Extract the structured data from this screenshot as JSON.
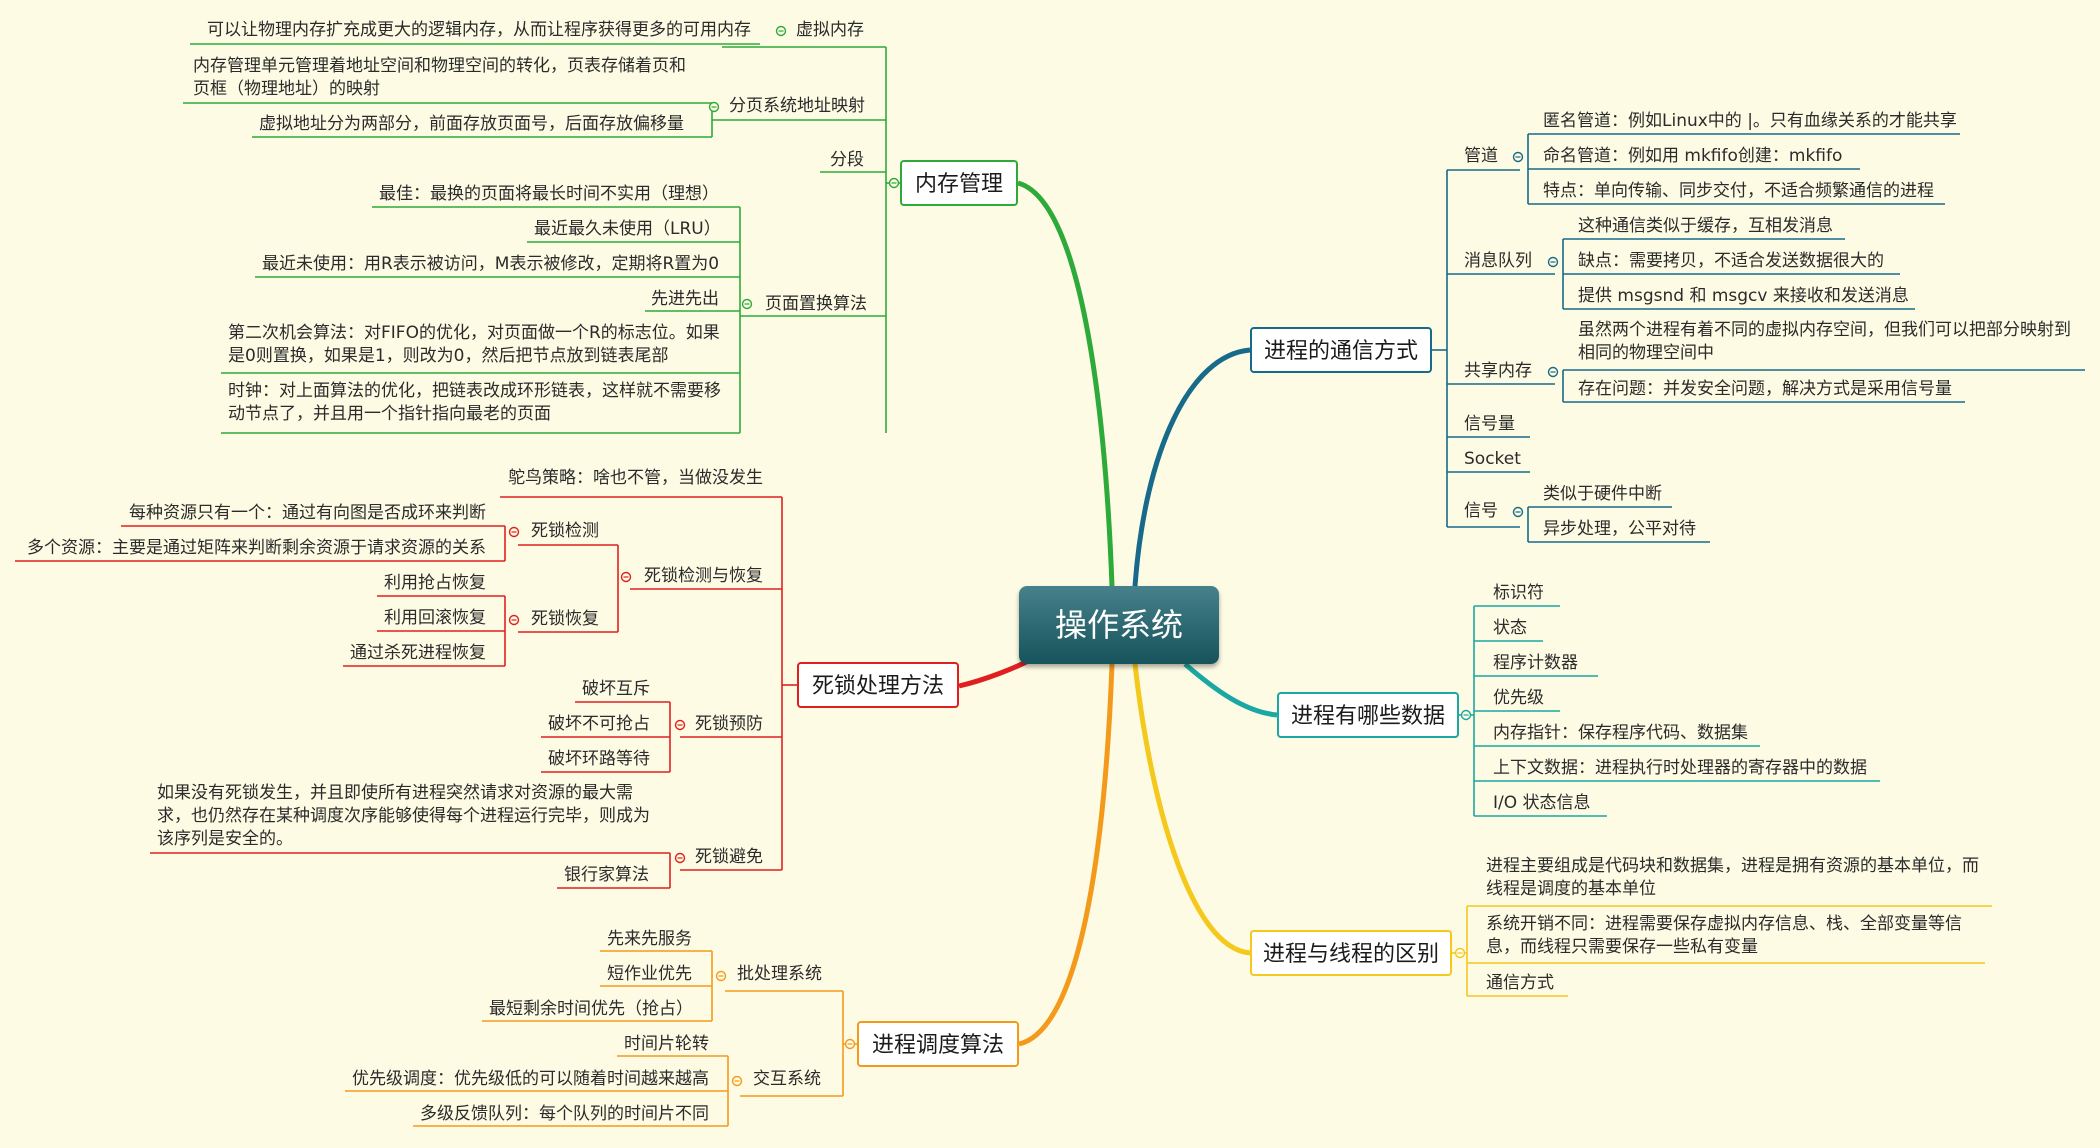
{
  "root": "操作系统",
  "memory": {
    "title": "内存管理",
    "virtual": {
      "label": "虚拟内存",
      "desc": "可以让物理内存扩充成更大的逻辑内存，从而让程序获得更多的可用内存"
    },
    "paging": {
      "label": "分页系统地址映射",
      "items": [
        "内存管理单元管理着地址空间和物理空间的转化，页表存储着页和页框（物理地址）的映射",
        "虚拟地址分为两部分，前面存放页面号，后面存放偏移量"
      ]
    },
    "segment": "分段",
    "replace": {
      "label": "页面置换算法",
      "items": [
        "最佳：最换的页面将最长时间不实用（理想）",
        "最近最久未使用（LRU）",
        "最近未使用：用R表示被访问，M表示被修改，定期将R置为0",
        "先进先出",
        "第二次机会算法：对FIFO的优化，对页面做一个R的标志位。如果是0则置换，如果是1，则改为0，然后把节点放到链表尾部",
        "时钟：对上面算法的优化，把链表改成环形链表，这样就不需要移动节点了，并且用一个指针指向最老的页面"
      ]
    }
  },
  "deadlock": {
    "title": "死锁处理方法",
    "ostrich": "鸵鸟策略：啥也不管，当做没发生",
    "detect_recover": {
      "label": "死锁检测与恢复",
      "detect": {
        "label": "死锁检测",
        "items": [
          "每种资源只有一个：通过有向图是否成环来判断",
          "多个资源：主要是通过矩阵来判断剩余资源于请求资源的关系"
        ]
      },
      "recover": {
        "label": "死锁恢复",
        "items": [
          "利用抢占恢复",
          "利用回滚恢复",
          "通过杀死进程恢复"
        ]
      }
    },
    "prevent": {
      "label": "死锁预防",
      "items": [
        "破坏互斥",
        "破坏不可抢占",
        "破坏环路等待"
      ]
    },
    "avoid": {
      "label": "死锁避免",
      "items": [
        "如果没有死锁发生，并且即使所有进程突然请求对资源的最大需求，也仍然存在某种调度次序能够使得每个进程运行完毕，则成为该序列是安全的。",
        "银行家算法"
      ]
    }
  },
  "schedule": {
    "title": "进程调度算法",
    "batch": {
      "label": "批处理系统",
      "items": [
        "先来先服务",
        "短作业优先",
        "最短剩余时间优先（抢占）"
      ]
    },
    "interactive": {
      "label": "交互系统",
      "items": [
        "时间片轮转",
        "优先级调度：优先级低的可以随着时间越来越高",
        "多级反馈队列：每个队列的时间片不同"
      ]
    }
  },
  "ipc": {
    "title": "进程的通信方式",
    "pipe": {
      "label": "管道",
      "items": [
        "匿名管道：例如Linux中的 |。只有血缘关系的才能共享",
        "命名管道：例如用 mkfifo创建：mkfifo",
        "特点：单向传输、同步交付，不适合频繁通信的进程"
      ]
    },
    "mq": {
      "label": "消息队列",
      "items": [
        "这种通信类似于缓存，互相发消息",
        "缺点：需要拷贝，不适合发送数据很大的",
        "提供 msgsnd 和 msgcv 来接收和发送消息"
      ]
    },
    "shm": {
      "label": "共享内存",
      "items": [
        "虽然两个进程有着不同的虚拟内存空间，但我们可以把部分映射到相同的物理空间中",
        "存在问题：并发安全问题，解决方式是采用信号量"
      ]
    },
    "semaphore": "信号量",
    "socket": "Socket",
    "signal": {
      "label": "信号",
      "items": [
        "类似于硬件中断",
        "异步处理，公平对待"
      ]
    }
  },
  "pdata": {
    "title": "进程有哪些数据",
    "items": [
      "标识符",
      "状态",
      "程序计数器",
      "优先级",
      "内存指针：保存程序代码、数据集",
      "上下文数据：进程执行时处理器的寄存器中的数据",
      "I/O 状态信息"
    ]
  },
  "thread": {
    "title": "进程与线程的区别",
    "items": [
      "进程主要组成是代码块和数据集，进程是拥有资源的基本单位，而线程是调度的基本单位",
      "系统开销不同：进程需要保存虚拟内存信息、栈、全部变量等信息，而线程只需要保存一些私有变量",
      "通信方式"
    ]
  },
  "colors": {
    "memory": "#2eaa3a",
    "deadlock": "#e02020",
    "schedule": "#f39a1c",
    "ipc": "#176a8a",
    "pdata": "#1ba8a2",
    "thread": "#f4c81c"
  }
}
